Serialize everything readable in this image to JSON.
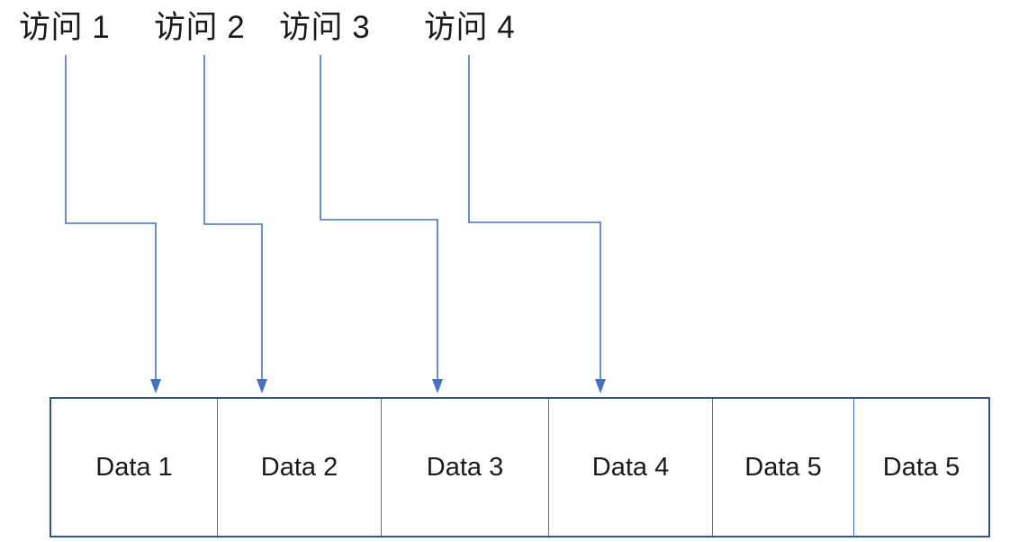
{
  "diagram": {
    "access_labels": [
      {
        "label": "访问 1"
      },
      {
        "label": "访问 2"
      },
      {
        "label": "访问 3"
      },
      {
        "label": "访问 4"
      }
    ],
    "cells": [
      {
        "label": "Data 1"
      },
      {
        "label": "Data 2"
      },
      {
        "label": "Data 3"
      },
      {
        "label": "Data 4"
      },
      {
        "label": "Data 5"
      },
      {
        "label": "Data 5"
      }
    ],
    "colors": {
      "connector_line": "#4472C4",
      "arrowhead": "#4472C4",
      "box_outer_border": "#2E5697",
      "cell_divider": "#4472C4",
      "text": "#1A1A1A",
      "background": "#FFFFFF"
    }
  }
}
